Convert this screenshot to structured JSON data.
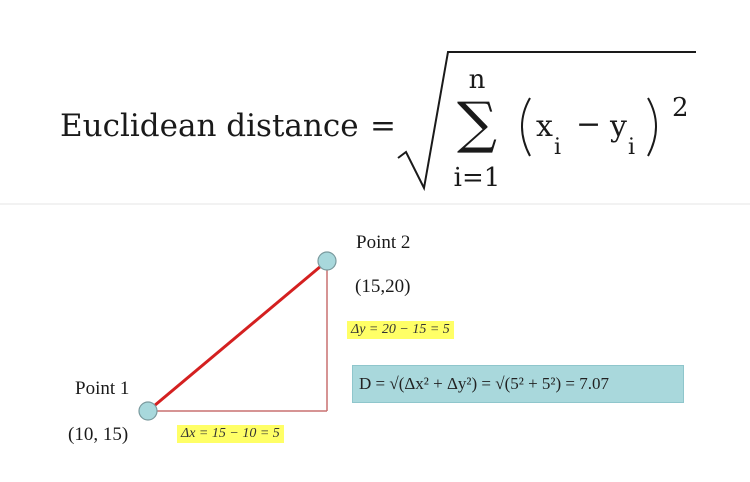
{
  "formula": {
    "lhs": "Euclidean distance",
    "equals": "=",
    "sum_upper": "n",
    "sum_symbol": "∑",
    "sum_lower": "i=1",
    "x_var": "x",
    "y_var": "y",
    "subscript": "i",
    "minus": "−",
    "exponent": "2"
  },
  "diagram": {
    "point1_label": "Point 1",
    "point1_coords": "(10, 15)",
    "point2_label": "Point 2",
    "point2_coords": "(15,20)",
    "dx_text": "Δx = 15 − 10 = 5",
    "dy_text": "Δy = 20 − 15 = 5",
    "distance_text": "D = √(Δx² + Δy²) = √(5² + 5²) = 7.07",
    "colors": {
      "hypotenuse": "#d42020",
      "legs": "#c87070",
      "point_fill": "#a8d8dc",
      "point_stroke": "#7a9a9e",
      "yellow_highlight": "#ffff66",
      "teal_highlight": "#a9d8dc"
    }
  }
}
